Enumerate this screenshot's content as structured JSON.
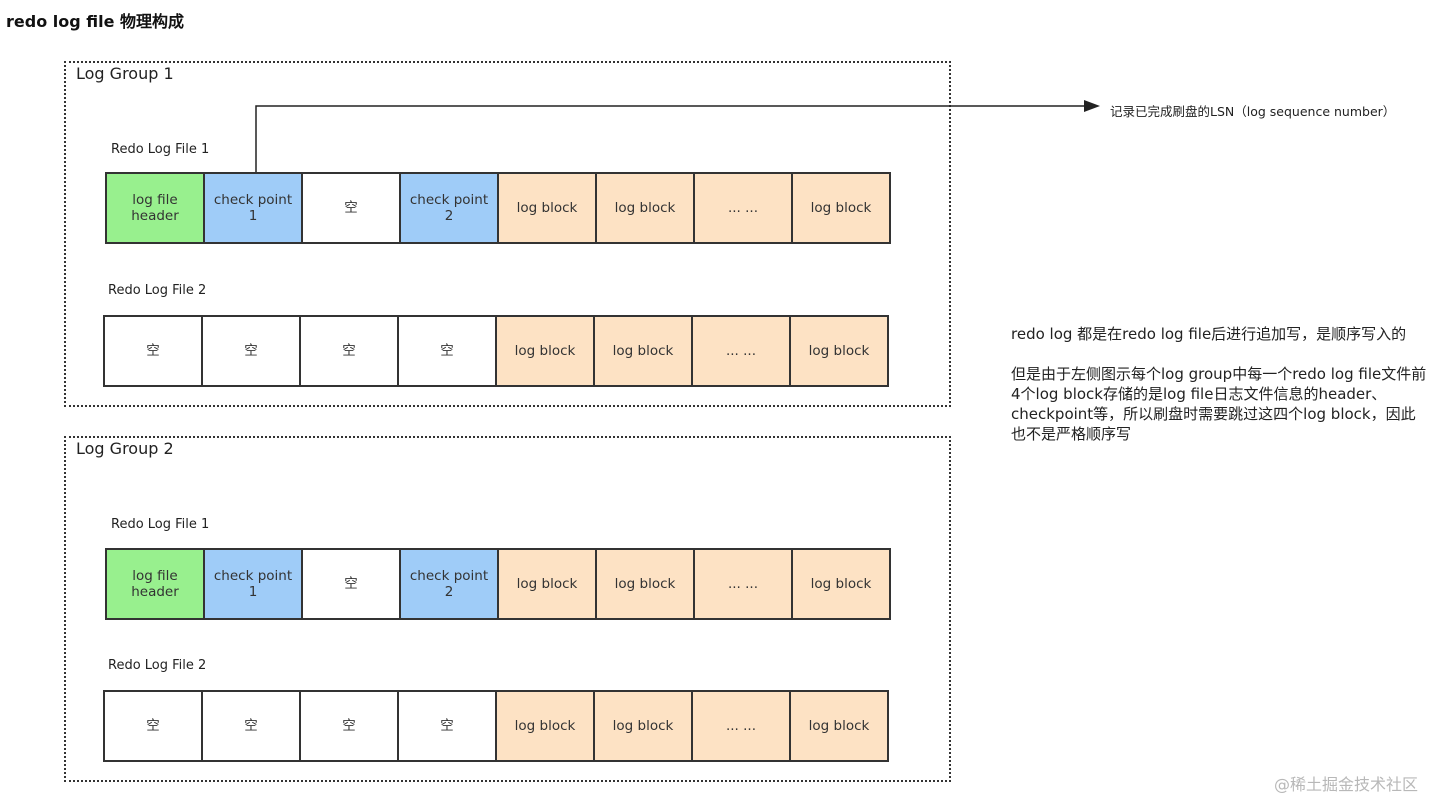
{
  "title": "redo log file 物理构成",
  "colors": {
    "header": "#98f08e",
    "checkpoint": "#9fccf8",
    "log_block": "#fde2c4",
    "empty": "#ffffff"
  },
  "groups": [
    {
      "label": "Log Group 1",
      "files": [
        {
          "label": "Redo Log File 1",
          "cells": [
            {
              "text": "log file\nheader",
              "kind": "header"
            },
            {
              "text": "check point\n1",
              "kind": "checkpoint"
            },
            {
              "text": "空",
              "kind": "empty"
            },
            {
              "text": "check point\n2",
              "kind": "checkpoint"
            },
            {
              "text": "log block",
              "kind": "log_block"
            },
            {
              "text": "log block",
              "kind": "log_block"
            },
            {
              "text": "... ...",
              "kind": "log_block"
            },
            {
              "text": "log block",
              "kind": "log_block"
            }
          ]
        },
        {
          "label": "Redo Log File 2",
          "cells": [
            {
              "text": "空",
              "kind": "empty"
            },
            {
              "text": "空",
              "kind": "empty"
            },
            {
              "text": "空",
              "kind": "empty"
            },
            {
              "text": "空",
              "kind": "empty"
            },
            {
              "text": "log block",
              "kind": "log_block"
            },
            {
              "text": "log block",
              "kind": "log_block"
            },
            {
              "text": "... ...",
              "kind": "log_block"
            },
            {
              "text": "log block",
              "kind": "log_block"
            }
          ]
        }
      ]
    },
    {
      "label": "Log Group 2",
      "files": [
        {
          "label": "Redo Log File 1",
          "cells": [
            {
              "text": "log file\nheader",
              "kind": "header"
            },
            {
              "text": "check point\n1",
              "kind": "checkpoint"
            },
            {
              "text": "空",
              "kind": "empty"
            },
            {
              "text": "check point\n2",
              "kind": "checkpoint"
            },
            {
              "text": "log block",
              "kind": "log_block"
            },
            {
              "text": "log block",
              "kind": "log_block"
            },
            {
              "text": "... ...",
              "kind": "log_block"
            },
            {
              "text": "log block",
              "kind": "log_block"
            }
          ]
        },
        {
          "label": "Redo Log File 2",
          "cells": [
            {
              "text": "空",
              "kind": "empty"
            },
            {
              "text": "空",
              "kind": "empty"
            },
            {
              "text": "空",
              "kind": "empty"
            },
            {
              "text": "空",
              "kind": "empty"
            },
            {
              "text": "log block",
              "kind": "log_block"
            },
            {
              "text": "log block",
              "kind": "log_block"
            },
            {
              "text": "... ...",
              "kind": "log_block"
            },
            {
              "text": "log block",
              "kind": "log_block"
            }
          ]
        }
      ]
    }
  ],
  "lsn_annotation": "记录已完成刷盘的LSN（log sequence number）",
  "note": {
    "paragraph1": "redo log 都是在redo log file后进行追加写，是顺序写入的",
    "paragraph2": "但是由于左侧图示每个log group中每一个redo log file文件前4个log block存储的是log file日志文件信息的header、checkpoint等，所以刷盘时需要跳过这四个log block，因此也不是严格顺序写"
  },
  "watermark": "@稀土掘金技术社区"
}
